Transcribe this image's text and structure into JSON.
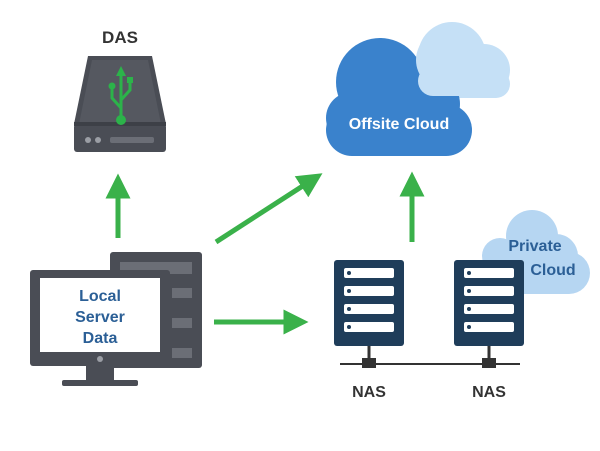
{
  "das": {
    "label": "DAS"
  },
  "offsite_cloud": {
    "label": "Offsite Cloud"
  },
  "private_cloud": {
    "line1": "Private",
    "line2": "Cloud"
  },
  "local_server": {
    "line1": "Local",
    "line2": "Server",
    "line3": "Data"
  },
  "nas": [
    {
      "label": "NAS"
    },
    {
      "label": "NAS"
    }
  ],
  "colors": {
    "arrow": "#3ab14a",
    "device_dark": "#4a4d55",
    "device_mid": "#6b6e76",
    "nas_dark": "#1f3d5a",
    "nas_slot": "#ffffff",
    "cloud_dark": "#3a82cc",
    "cloud_light": "#c5e0f6",
    "private_cloud": "#b6d6f2",
    "usb_green": "#2cb34a",
    "label_text": "#333333",
    "cloud_text": "#ffffff",
    "private_text": "#2b5f96"
  }
}
